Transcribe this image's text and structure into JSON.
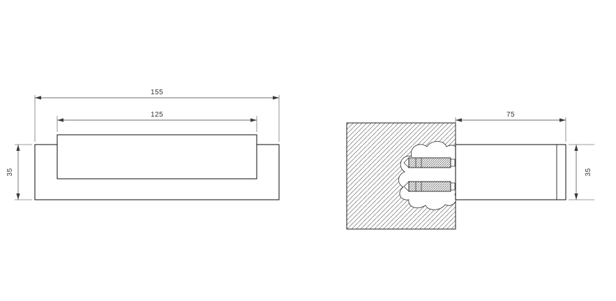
{
  "colors": {
    "background": "#ffffff",
    "line": "#1e1e1e",
    "dimension": "#3a3a3a"
  },
  "front_view": {
    "dim_total_width": "155",
    "dim_grip_width": "125",
    "dim_height": "35"
  },
  "side_view": {
    "dim_projection": "75",
    "dim_diameter": "35"
  }
}
